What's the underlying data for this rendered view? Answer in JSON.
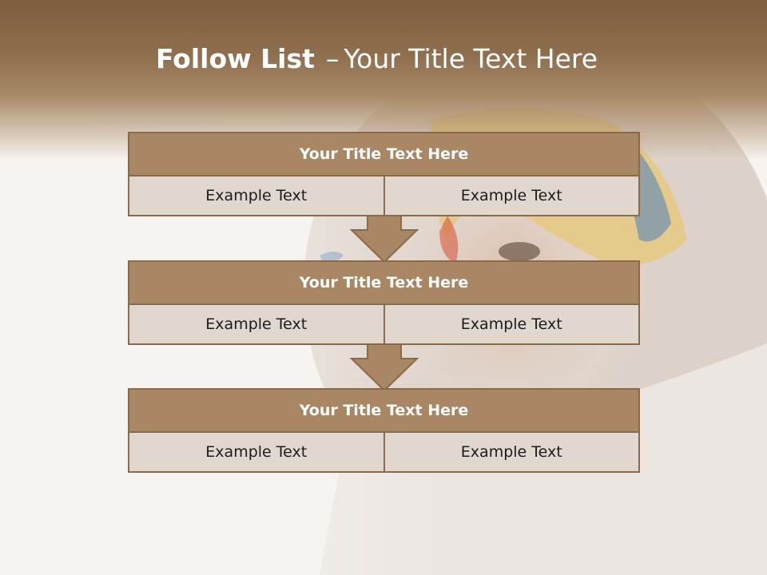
{
  "slide": {
    "title_bold": "Follow List",
    "title_dash": "–",
    "title_rest": "Your Title Text Here",
    "steps": [
      {
        "title": "Your Title Text Here",
        "left": "Example Text",
        "right": "Example Text"
      },
      {
        "title": "Your Title Text Here",
        "left": "Example Text",
        "right": "Example Text"
      },
      {
        "title": "Your Title Text Here",
        "left": "Example Text",
        "right": "Example Text"
      }
    ]
  },
  "colors": {
    "header": "#8f6f4d",
    "block_title": "#a98664",
    "block_border": "#8a6a4c",
    "cell_fill": "#e0d7cf"
  },
  "icons": [
    "down-arrow-icon",
    "down-arrow-icon"
  ]
}
